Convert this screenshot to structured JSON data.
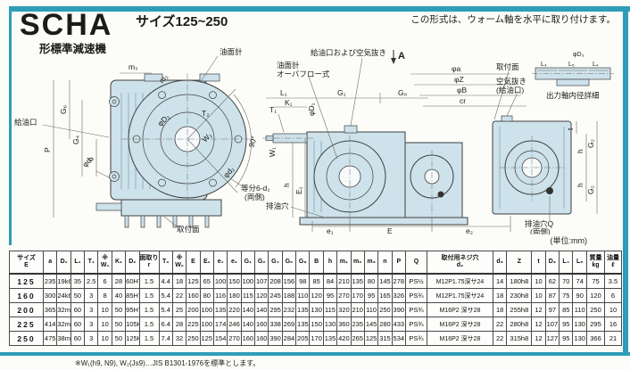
{
  "page": {
    "brand": "SCHA",
    "brand_sub": "形標準減速機",
    "size_range": "サイズ125~250",
    "note_top_right": "この形式は、ウォーム軸を水平に取り付けます。",
    "unit_note": "(単位:mm)",
    "footnote": "※W₁(h9, N9), W₂(Js9)…JIS B1301-1976を標準とします。"
  },
  "diagram": {
    "labels": {
      "oil_gauge": "油面計",
      "m3": "m₃",
      "m2": "m₂",
      "deg90": "90°",
      "oil_fill": "給油口",
      "g6": "G₆",
      "g4": "G₄",
      "n_dim": "n",
      "p_dim": "P",
      "phi_d3": "φd₃",
      "phi_big_d2": "φD₂",
      "t2": "T₂",
      "w2": "W₂",
      "phi_small_d2": "φd₂",
      "equally_spaced": "等分6-d₂",
      "both_sides": "(両側)",
      "mount_face": "取付面",
      "fill_air_vent": "給油口および空気抜き",
      "arrow_a": "A",
      "overflow1": "油面計",
      "overflow2": "オーバフロー式",
      "phi_a": "φa",
      "phi_z": "φZ",
      "phi_b": "φB",
      "cr": "cr",
      "l1": "L₁",
      "k1": "K₁",
      "g1": "G₁",
      "g8": "G₈",
      "phi_d1": "φD₁",
      "t1": "T₁",
      "w1": "W₁",
      "h_left": "h",
      "e1_cap": "E₁",
      "drain": "排油穴",
      "e1": "e₁",
      "e_cap": "E",
      "e2": "e₂",
      "mount_face2": "取付面",
      "air_vent1": "空気抜き",
      "air_vent2": "(給油口)",
      "t_small": "t",
      "h2": "h",
      "g2": "G₂",
      "h3": "h",
      "g2b": "G₂",
      "drain_q1": "排油穴Q",
      "drain_q2": "(両側)",
      "inset_l4a": "L₄",
      "inset_l5": "L₅",
      "inset_l4b": "L₄",
      "inset_phi_d3": "φD₃",
      "inset_caption": "出力軸内径詳細"
    }
  },
  "table": {
    "headers": [
      "サイズ\nE",
      "a",
      "D₁",
      "L₁",
      "T₁",
      "※\nW₁",
      "K₁",
      "D₂",
      "面取り\nr",
      "T₂",
      "※\nW₂",
      "E",
      "E₁",
      "e₁",
      "e₂",
      "G₁",
      "G₂",
      "G₄",
      "G₆",
      "G₈",
      "B",
      "h",
      "m₁",
      "m₂",
      "m₃",
      "n",
      "P",
      "Q",
      "取付用ネジ穴\nd₂",
      "d₃",
      "Z",
      "t",
      "D₃",
      "L₄",
      "L₅",
      "質量\nkg",
      "油量\nℓ"
    ],
    "rows": [
      [
        "125",
        "235",
        "19k6",
        "35",
        "2.5",
        "6",
        "28",
        "60H7",
        "1.5",
        "4.4",
        "18",
        "125",
        "65",
        "100",
        "150",
        "100",
        "107",
        "208",
        "156",
        "98",
        "85",
        "84",
        "210",
        "135",
        "80",
        "145",
        "278",
        "PS½",
        "M12P1.75深サ24",
        "14",
        "180h8",
        "10",
        "62",
        "70",
        "74",
        "75",
        "3.5"
      ],
      [
        "160",
        "300",
        "24k6",
        "50",
        "3",
        "8",
        "40",
        "85H7",
        "1.5",
        "5.4",
        "22",
        "160",
        "80",
        "116",
        "180",
        "115",
        "120",
        "245",
        "188",
        "110",
        "120",
        "95",
        "270",
        "170",
        "95",
        "165",
        "326",
        "PS¾",
        "M12P1.75深サ24",
        "18",
        "230h8",
        "10",
        "87",
        "75",
        "90",
        "120",
        "6"
      ],
      [
        "200",
        "365",
        "32m6",
        "60",
        "3",
        "10",
        "50",
        "95H7",
        "1.5",
        "5.4",
        "25",
        "200",
        "100",
        "135",
        "220",
        "140",
        "140",
        "295",
        "232",
        "135",
        "130",
        "115",
        "320",
        "210",
        "110",
        "250",
        "390",
        "PS¾",
        "M16P2 深サ28",
        "18",
        "255h8",
        "12",
        "97",
        "85",
        "110",
        "250",
        "10"
      ],
      [
        "225",
        "414",
        "32m6",
        "60",
        "3",
        "10",
        "50",
        "105H7",
        "1.5",
        "6.4",
        "28",
        "225",
        "100",
        "174",
        "246",
        "140",
        "160",
        "338",
        "269",
        "135",
        "150",
        "130",
        "360",
        "235",
        "145",
        "280",
        "433",
        "PS¾",
        "M16P2 深サ28",
        "22",
        "280h8",
        "12",
        "107",
        "95",
        "130",
        "295",
        "16"
      ],
      [
        "250",
        "475",
        "38m6",
        "60",
        "3",
        "10",
        "50",
        "125H7",
        "1.5",
        "7.4",
        "32",
        "250",
        "125",
        "154",
        "270",
        "160",
        "160",
        "390",
        "284",
        "205",
        "170",
        "135",
        "420",
        "265",
        "125",
        "315",
        "534",
        "PS¾",
        "M16P2 深サ28",
        "22",
        "315h8",
        "12",
        "127",
        "95",
        "130",
        "366",
        "21"
      ]
    ]
  },
  "colors": {
    "frame_teal": "#2f9db8",
    "drawing_fill": "#cde2ea",
    "line": "#404040"
  }
}
